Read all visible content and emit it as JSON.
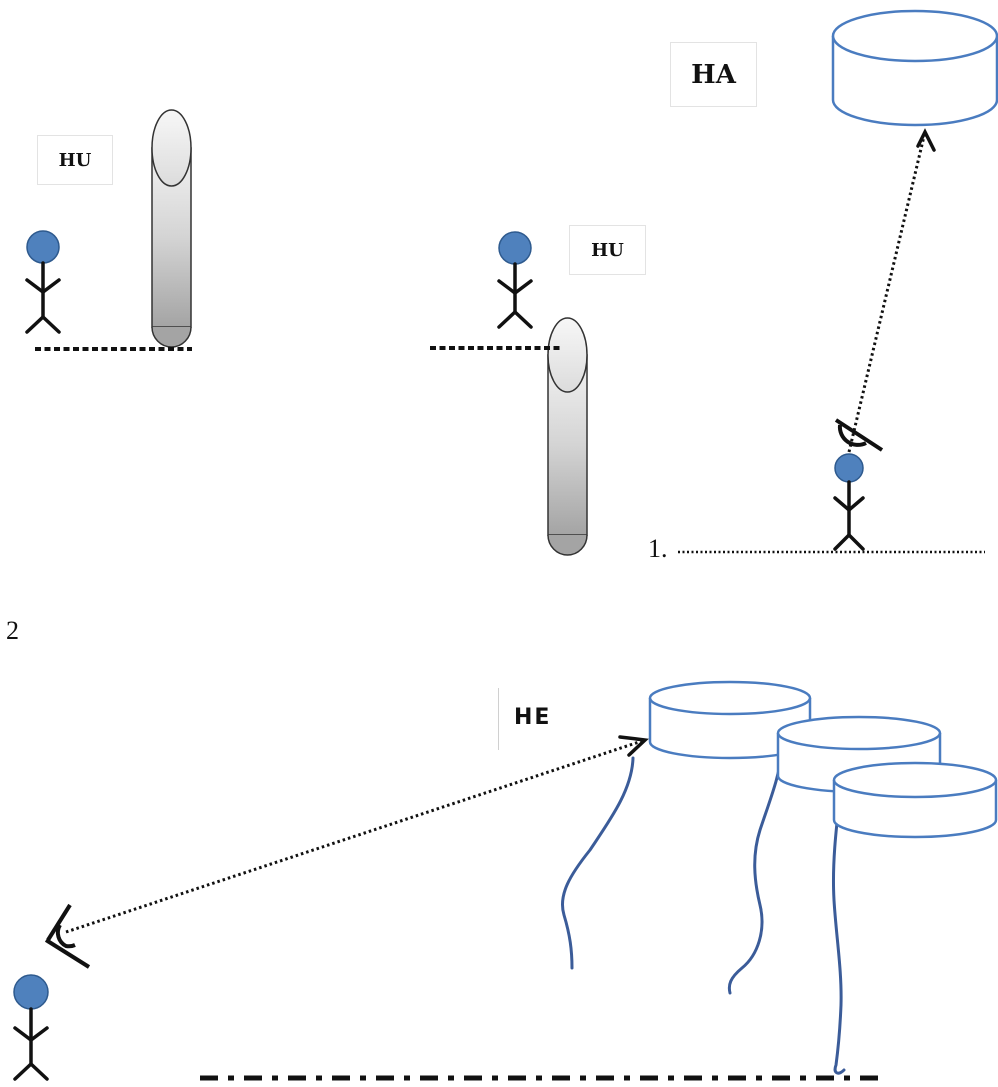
{
  "labels": {
    "hu_left": "HU",
    "hu_middle": "HU",
    "ha": "HA",
    "he": "HE"
  },
  "markers": {
    "one": "1.",
    "two": "2"
  },
  "colors": {
    "figure_head": "#4f81bd",
    "figure_head_outline": "#2e5a8e",
    "disc_outline": "#4a7cc0",
    "tail_line": "#3b5c99",
    "line": "#111111"
  },
  "icons": [
    "stick-figure-icon",
    "protractor-icon",
    "cylinder-shape",
    "disc-shape"
  ]
}
